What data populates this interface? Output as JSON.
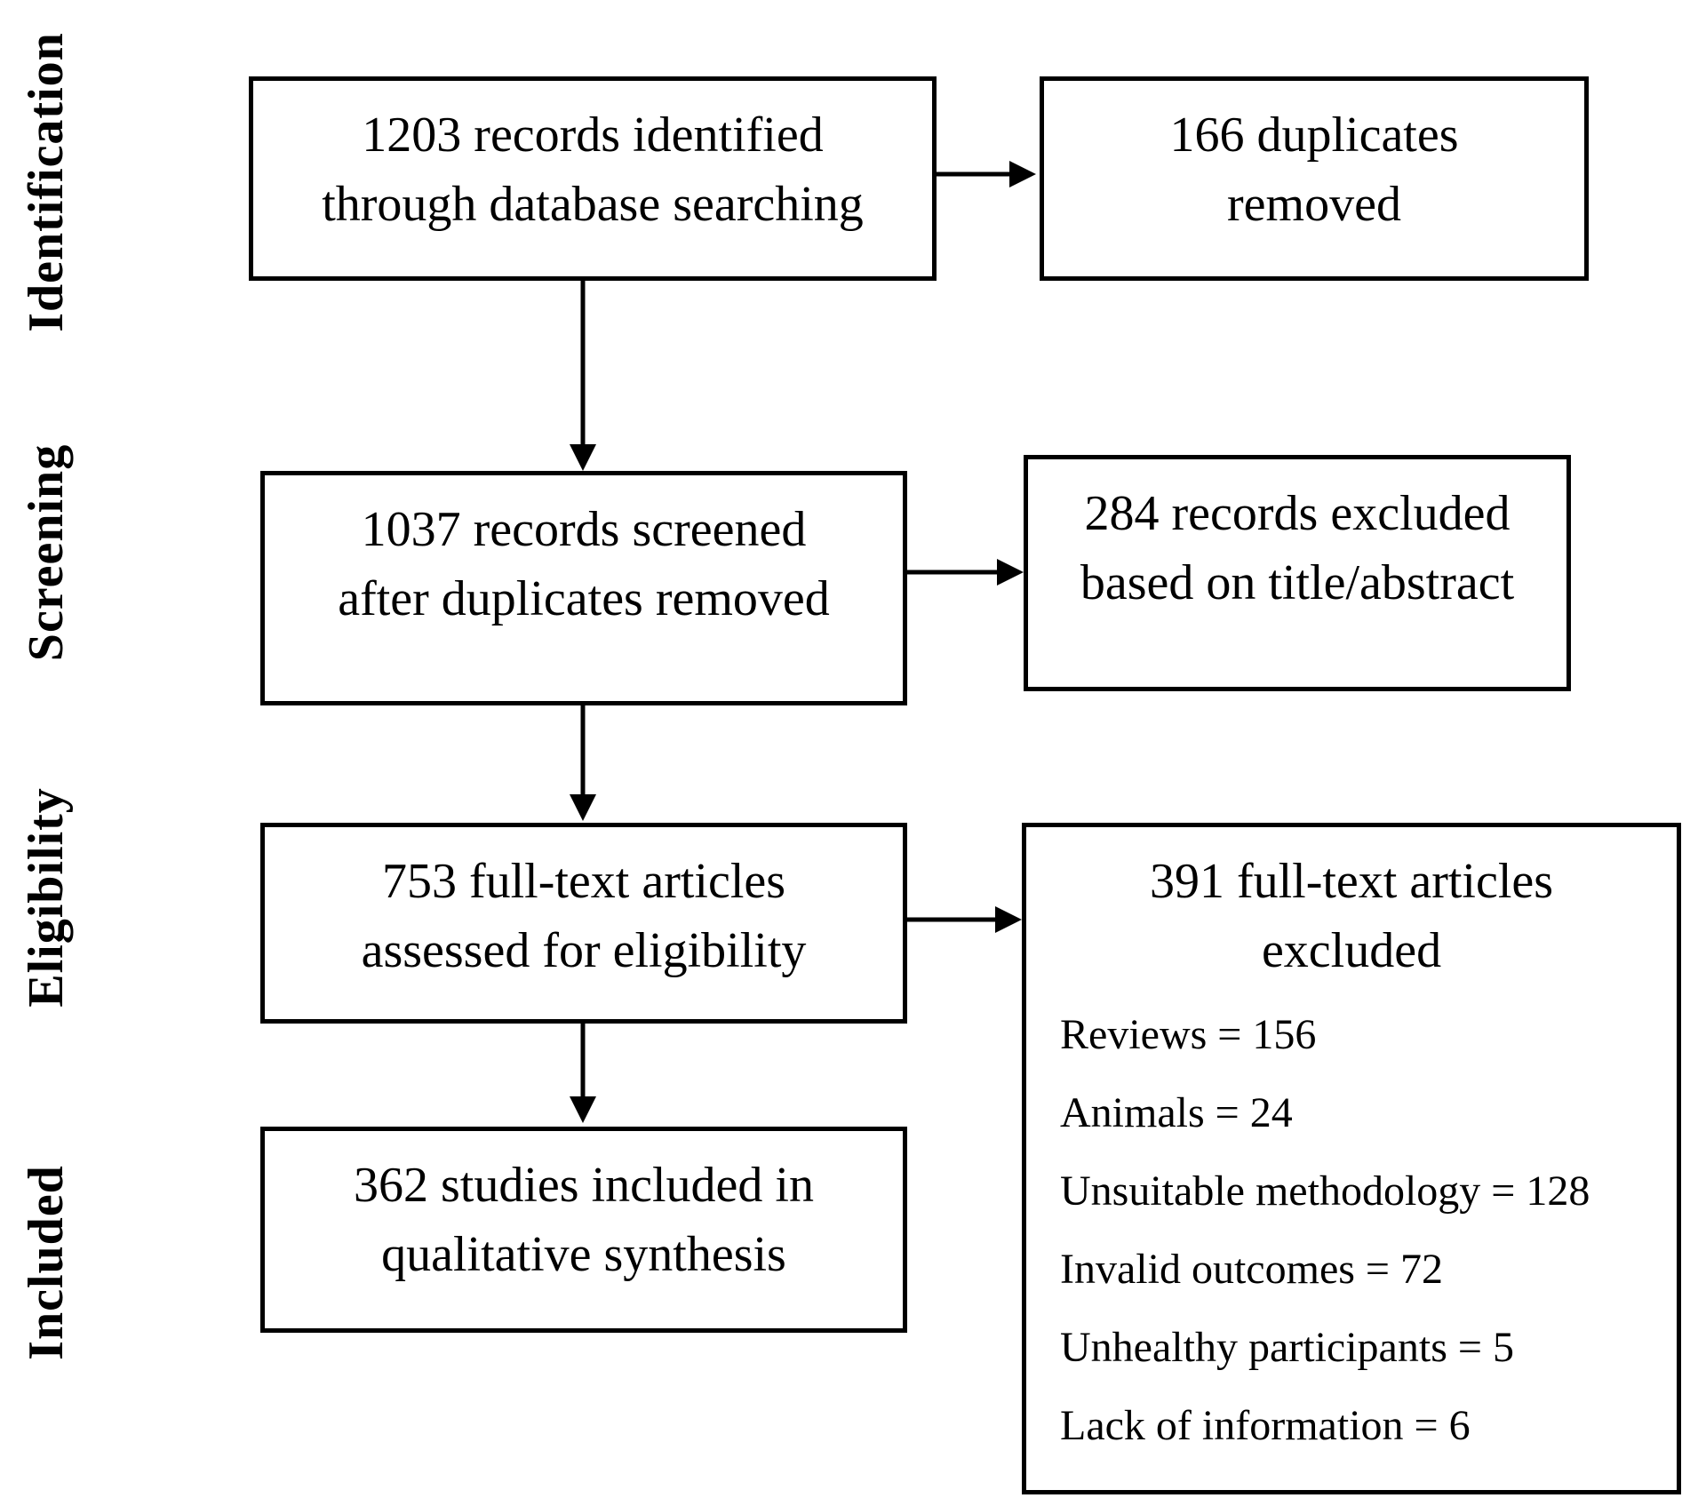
{
  "phases": {
    "identification": "Identification",
    "screening": "Screening",
    "eligibility": "Eligibility",
    "included": "Included"
  },
  "boxes": {
    "identified": {
      "line1": "1203 records identified",
      "line2": "through database searching"
    },
    "duplicates": {
      "line1": "166 duplicates",
      "line2": "removed"
    },
    "screened": {
      "line1": "1037 records screened",
      "line2": "after duplicates removed"
    },
    "excluded_title": {
      "line1": "284 records excluded",
      "line2": "based on title/abstract"
    },
    "fulltext": {
      "line1": "753 full-text articles",
      "line2": "assessed for eligibility"
    },
    "fulltext_excluded": {
      "line1": "391 full-text articles",
      "line2": "excluded",
      "reasons": [
        "Reviews = 156",
        "Animals = 24",
        "Unsuitable methodology = 128",
        "Invalid outcomes = 72",
        "Unhealthy participants = 5",
        "Lack of information = 6"
      ]
    },
    "included": {
      "line1": "362 studies included in",
      "line2": "qualitative synthesis"
    }
  },
  "colors": {
    "stroke": "#000000",
    "background": "#ffffff"
  }
}
